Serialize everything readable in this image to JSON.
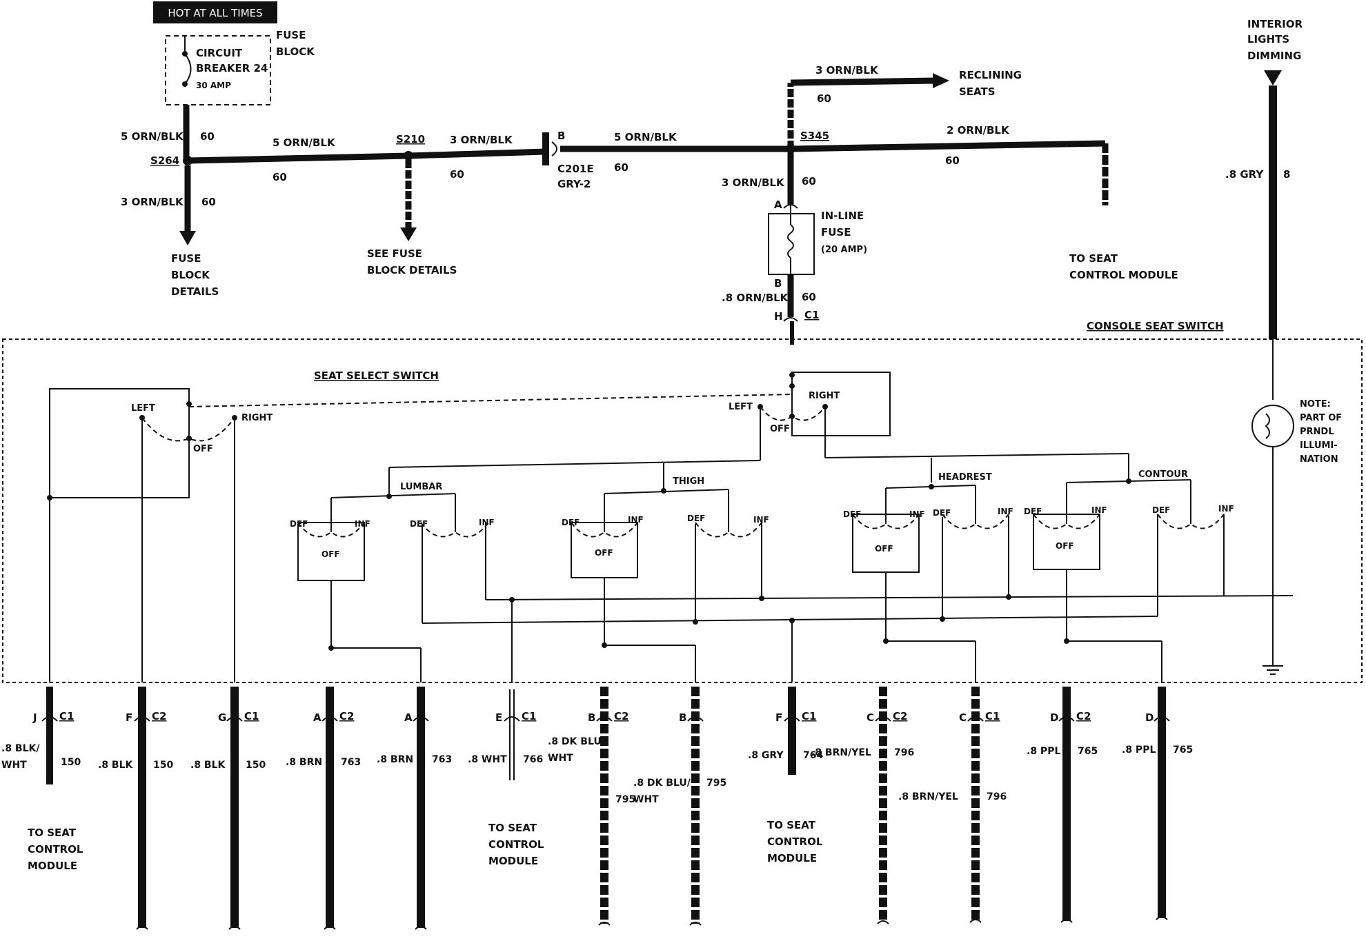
{
  "header": {
    "hot_label": "HOT AT ALL TIMES"
  },
  "fuse_block": {
    "title_line1": "FUSE",
    "title_line2": "BLOCK",
    "breaker_line1": "CIRCUIT",
    "breaker_line2": "BREAKER 24",
    "breaker_rating": "30 AMP"
  },
  "wires": {
    "w1": "5 ORN/BLK",
    "w1_circ": "60",
    "w2": "5 ORN/BLK",
    "w2_circ": "60",
    "w3": "3 ORN/BLK",
    "w3_circ": "60",
    "w4": "3 ORN/BLK",
    "w4_circ": "60",
    "w5": "5 ORN/BLK",
    "w5_circ": "60",
    "w6": "3 ORN/BLK",
    "w6_circ": "60",
    "w7": "2 ORN/BLK",
    "w7_circ": "60",
    "w8": "3 ORN/BLK",
    "w8_circ": "60",
    "w9": ".8 ORN/BLK",
    "w9_circ": "60",
    "w10": ".8 GRY",
    "w10_circ": "8"
  },
  "splices": {
    "s264": "S264",
    "s210": "S210",
    "s345": "S345"
  },
  "connector": {
    "name": "C201E",
    "color": "GRY-2",
    "pin_b": "B"
  },
  "destinations": {
    "fuse_block_details": [
      "FUSE",
      "BLOCK",
      "DETAILS"
    ],
    "see_fuse": [
      "SEE FUSE",
      "BLOCK DETAILS"
    ],
    "reclining": [
      "RECLINING",
      "SEATS"
    ],
    "to_seat_module_right": [
      "TO SEAT",
      "CONTROL MODULE"
    ],
    "interior_lights": [
      "INTERIOR",
      "LIGHTS",
      "DIMMING"
    ],
    "to_seat_left": [
      "TO SEAT",
      "CONTROL",
      "MODULE"
    ],
    "to_seat_mid": [
      "TO SEAT",
      "CONTROL",
      "MODULE"
    ],
    "to_seat_right": [
      "TO SEAT",
      "CONTROL",
      "MODULE"
    ]
  },
  "inline_fuse": {
    "line1": "IN-LINE",
    "line2": "FUSE",
    "rating": "(20 AMP)",
    "pin_a": "A",
    "pin_b": "B",
    "pin_h": "H",
    "conn": "C1"
  },
  "switch": {
    "console_title": "CONSOLE SEAT SWITCH",
    "select_title": "SEAT SELECT SWITCH",
    "left": "LEFT",
    "right": "RIGHT",
    "off": "OFF",
    "lumbar": "LUMBAR",
    "thigh": "THIGH",
    "headrest": "HEADREST",
    "contour": "CONTOUR",
    "def": "DEF",
    "inf": "INF",
    "note": [
      "NOTE:",
      "PART OF",
      "PRNDL",
      "ILLUMI-",
      "NATION"
    ]
  },
  "bottom_wires": [
    {
      "pin": "J",
      "conn": "C1",
      "color1": ".8 BLK/",
      "color2": "WHT",
      "circuit": "150"
    },
    {
      "pin": "F",
      "conn": "C2",
      "color1": ".8 BLK",
      "color2": "",
      "circuit": "150"
    },
    {
      "pin": "G",
      "conn": "C1",
      "color1": ".8 BLK",
      "color2": "",
      "circuit": "150"
    },
    {
      "pin": "A",
      "conn": "C2",
      "color1": ".8 BRN",
      "color2": "",
      "circuit": "763"
    },
    {
      "pin": "A",
      "conn": "",
      "color1": ".8 BRN",
      "color2": "",
      "circuit": "763"
    },
    {
      "pin": "E",
      "conn": "C1",
      "color1": ".8 WHT",
      "color2": "",
      "circuit": "766"
    },
    {
      "pin": "B",
      "conn": "C2",
      "color1": ".8 DK BLU/",
      "color2": "WHT",
      "circuit": "795"
    },
    {
      "pin": "B",
      "conn": "",
      "color1": ".8 DK BLU/",
      "color2": "WHT",
      "circuit": "795"
    },
    {
      "pin": "F",
      "conn": "C1",
      "color1": ".8 GRY",
      "color2": "",
      "circuit": "764"
    },
    {
      "pin": "C",
      "conn": "C2",
      "color1": ".8 BRN/YEL",
      "color2": "",
      "circuit": "796"
    },
    {
      "pin": "C",
      "conn": "C1",
      "color1": ".8 BRN/YEL",
      "color2": "",
      "circuit": "796"
    },
    {
      "pin": "D",
      "conn": "C2",
      "color1": ".8 PPL",
      "color2": "",
      "circuit": "765"
    },
    {
      "pin": "D",
      "conn": "",
      "color1": ".8 PPL",
      "color2": "",
      "circuit": "765"
    }
  ]
}
